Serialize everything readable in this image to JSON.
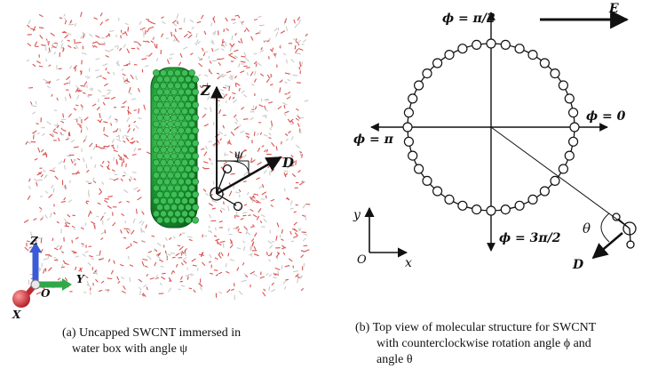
{
  "panel_a": {
    "caption_line1": "(a) Uncapped SWCNT immersed in",
    "caption_line2": "water box with angle ψ",
    "labels": {
      "z": "Z",
      "psi": "ψ",
      "d": "D"
    },
    "triad": {
      "z": "Z",
      "y": "Y",
      "o": "O",
      "x": "X"
    },
    "colors": {
      "water": "#d9534f",
      "tube": "#22a34a",
      "triad_z": "#3b5bd6",
      "triad_y": "#2ea84a",
      "triad_x": "#d0303a"
    }
  },
  "panel_b": {
    "caption_line1": "(b)  Top view of molecular structure for SWCNT",
    "caption_line2": "with  counterclockwise rotation angle ϕ and",
    "caption_line3": "angle θ",
    "labels": {
      "phi_top": "ϕ = π/2",
      "phi_right": "ϕ = 0",
      "phi_left": "ϕ = π",
      "phi_bottom": "ϕ = 3π/2",
      "e": "E",
      "theta": "θ",
      "d": "D",
      "y": "y",
      "o": "O",
      "x": "x"
    }
  }
}
